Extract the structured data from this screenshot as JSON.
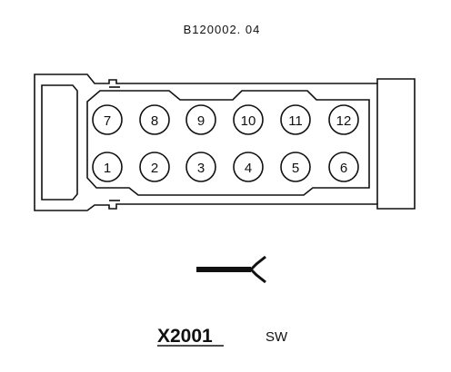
{
  "reference_id": "B120002. 04",
  "connector": {
    "id": "X2001",
    "color_code": "SW",
    "pins_top": [
      "7",
      "8",
      "9",
      "10",
      "11",
      "12"
    ],
    "pins_bottom": [
      "1",
      "2",
      "3",
      "4",
      "5",
      "6"
    ]
  },
  "symbol": {
    "icon": "connector-plug-icon"
  }
}
